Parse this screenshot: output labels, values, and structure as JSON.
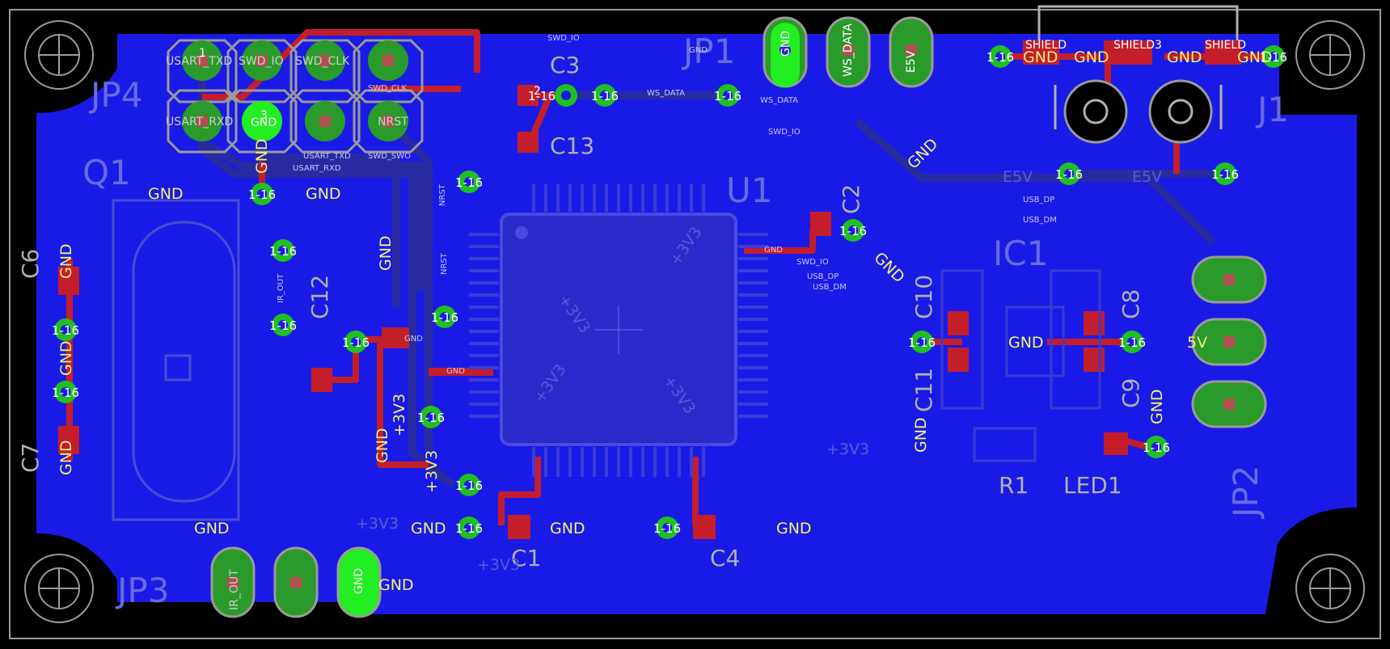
{
  "colors": {
    "background": "#000000",
    "pour": "#1a1ae6",
    "bottom_trace": "#2a2aa0",
    "top_trace": "#c41e2a",
    "silk": "#b0b0b0",
    "silk_dim": "#7070d0",
    "name": "#f2f27a",
    "pad": "#2a9a2a",
    "pad_bright": "#22ee22",
    "via_ring": "#20c020",
    "via_text": "#ffffff",
    "outline": "#9a9a9a"
  },
  "designators": {
    "jp4": "JP4",
    "jp1": "JP1",
    "jp3": "JP3",
    "jp2": "JP2",
    "j1": "J1",
    "q1": "Q1",
    "u1": "U1",
    "ic1": "IC1",
    "r1": "R1",
    "led1": "LED1",
    "c1": "C1",
    "c2": "C2",
    "c3": "C3",
    "c4": "C4",
    "c6": "C6",
    "c7": "C7",
    "c8": "C8",
    "c9": "C9",
    "c10": "C10",
    "c11": "C11",
    "c12": "C12",
    "c13": "C13"
  },
  "vias": [
    {
      "id": "via-jp4-gnd",
      "label": "1-16"
    },
    {
      "id": "via-c3",
      "label": "1-16"
    },
    {
      "id": "via-ws-left",
      "label": "1-16"
    },
    {
      "id": "via-ws-right",
      "label": "1-16"
    },
    {
      "id": "via-j1-left",
      "label": "1-16"
    },
    {
      "id": "via-j1-right",
      "label": "1-16"
    },
    {
      "id": "via-e5v-left",
      "label": "1-16"
    },
    {
      "id": "via-e5v-right",
      "label": "1-16"
    },
    {
      "id": "via-u1-top",
      "label": "1-16"
    },
    {
      "id": "via-c2",
      "label": "1-16"
    },
    {
      "id": "via-q1-top",
      "label": "1-16"
    },
    {
      "id": "via-q1-bot",
      "label": "1-16"
    },
    {
      "id": "via-c6",
      "label": "1-16"
    },
    {
      "id": "via-c7",
      "label": "1-16"
    },
    {
      "id": "via-c12",
      "label": "1-16"
    },
    {
      "id": "via-c5",
      "label": "1-16"
    },
    {
      "id": "via-u1-left",
      "label": "1-16"
    },
    {
      "id": "via-u1-bot",
      "label": "1-16"
    },
    {
      "id": "via-c1",
      "label": "1-16"
    },
    {
      "id": "via-c4",
      "label": "1-16"
    },
    {
      "id": "via-c10",
      "label": "1-16"
    },
    {
      "id": "via-c8",
      "label": "1-16"
    },
    {
      "id": "via-led1",
      "label": "1-16"
    }
  ],
  "net_labels": {
    "gnd": "GND",
    "v33": "+3V3",
    "v5": "5V",
    "e5v": "E5V",
    "usart_txd": "USART_TXD",
    "usart_rxd": "USART_RXD",
    "swd_io": "SWD_IO",
    "swd_clk": "SWD_CLK",
    "swd_swo": "SWD_SWO",
    "nrst": "NRST",
    "ws_data": "WS_DATA",
    "usb_dp": "USB_DP",
    "usb_dm": "USB_DM",
    "ir_out": "IR_OUT",
    "shield": "SHIELD",
    "shield3": "SHIELD3",
    "pad1": "1",
    "pad2": "2",
    "pad3": "3"
  }
}
